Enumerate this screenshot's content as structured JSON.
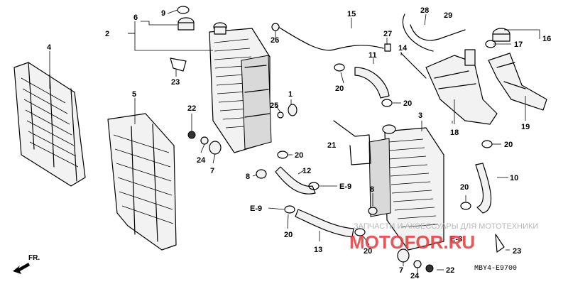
{
  "callouts": {
    "c1": "1",
    "c2": "2",
    "c3": "3",
    "c4": "4",
    "c5": "5",
    "c6": "6",
    "c7a": "7",
    "c7b": "7",
    "c8a": "8",
    "c8b": "8",
    "c9": "9",
    "c10": "10",
    "c11": "11",
    "c12": "12",
    "c13": "13",
    "c14": "14",
    "c15": "15",
    "c16": "16",
    "c17": "17",
    "c18": "18",
    "c19": "19",
    "c20a": "20",
    "c20b": "20",
    "c20c": "20",
    "c20d": "20",
    "c20e": "20",
    "c20f": "20",
    "c20g": "20",
    "c20h": "20",
    "c21": "21",
    "c22a": "22",
    "c22b": "22",
    "c23a": "23",
    "c23b": "23",
    "c24a": "24",
    "c24b": "24",
    "c25": "25",
    "c26": "26",
    "c27": "27",
    "c28": "28",
    "c29": "29"
  },
  "references": {
    "e9_right": "E-9",
    "e9_left": "E-9",
    "e3": "E-3"
  },
  "front_marker": "FR.",
  "diagram_code": "MBY4-E9700",
  "watermark": {
    "line": "ЗАПЧАСТИ И АКСЕССУАРЫ ДЛЯ МОТОТЕХНИКИ",
    "site": "MOTOFOR.RU"
  },
  "icons": {
    "front_arrow": "front-direction-arrow-icon"
  }
}
